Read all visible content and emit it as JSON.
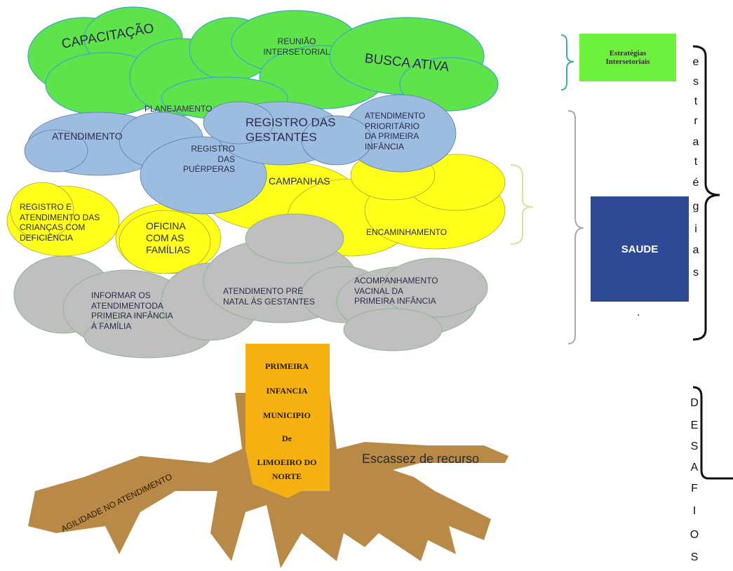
{
  "crown": {
    "green": {
      "capacitacao": "CAPACITAÇÃO",
      "reuniao": [
        "REUNIÃO",
        "INTERSETORIAL"
      ],
      "busca_ativa": "BUSCA ATIVA",
      "planejamento": "PLANEJAMENTO"
    },
    "blue": {
      "atendimento": "ATENDIMENTO",
      "registro_gestantes": [
        "REGISTRO DAS",
        "GESTANTES"
      ],
      "atendimento_prioritario": [
        "ATENDIMENTO",
        "PRIORITÁRIO",
        "DA PRIMEIRA",
        "INFÂNCIA"
      ],
      "registro_puerperas": [
        "REGISTRO",
        "DAS",
        "PUÉRPERAS"
      ]
    },
    "yellow": {
      "campanhas": "CAMPANHAS",
      "registro_criancas": [
        "REGISTRO E",
        "ATENDIMENTO DAS",
        "CRIANÇAS COM",
        "DEFICIÊNCIA"
      ],
      "oficina": [
        "OFICINA",
        "COM AS",
        "FAMÍLIAS"
      ],
      "encaminhamento": "ENCAMINHAMENTO"
    },
    "gray": {
      "informar": [
        "INFORMAR OS",
        "ATENDIMENTODA",
        "PRIMEIRA INFÂNCIA",
        "À FAMÍLIA"
      ],
      "pre_natal": [
        "ATENDIMENTO PRÉ",
        "NATAL ÀS GESTANTES"
      ],
      "vacinal": [
        "ACOMPANHAMENTO",
        "VACINAL DA",
        "PRIMEIRA INFÂNCIA"
      ]
    }
  },
  "trunk": {
    "lines": [
      "PRIMEIRA",
      "INFANCIA",
      "MUNICIPIO",
      "De",
      "LIMOEIRO DO",
      "NORTE"
    ]
  },
  "roots": {
    "agilidade": "AGILIDADE NO ATENDIMENTO",
    "escassez": "Escassez de recurso"
  },
  "side": {
    "estrategias_box": [
      "Estratégias",
      "Intersetoriais"
    ],
    "saude_box": "SAUDE",
    "dot": ".",
    "vertical_estrategias": [
      "e",
      "s",
      "t",
      "r",
      "a",
      "t",
      "é",
      "g",
      "i",
      "a",
      "s"
    ],
    "vertical_desafios": [
      "D",
      "E",
      "S",
      "A",
      "F",
      "I",
      "O",
      "S"
    ]
  },
  "colors": {
    "green": "#5fe34a",
    "blue": "#9cbddf",
    "yellow": "#ffff1a",
    "gray": "#bfbfbf",
    "trunk": "#f5b011",
    "root": "#b98a47",
    "saude_box": "#2e4a94",
    "strategy_box": "#6df03c"
  }
}
